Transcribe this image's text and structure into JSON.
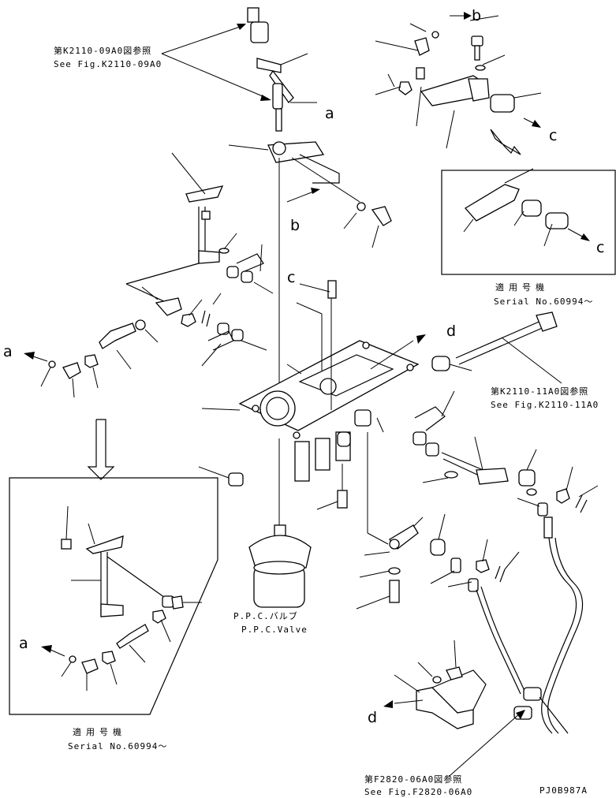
{
  "references": {
    "ref_top": {
      "jp": "第K2110-09A0図参照",
      "en": "See Fig.K2110-09A0"
    },
    "ref_right": {
      "jp": "第K2110-11A0図参照",
      "en": "See Fig.K2110-11A0"
    },
    "ref_bottom": {
      "jp": "第F2820-06A0図参照",
      "en": "See Fig.F2820-06A0"
    }
  },
  "serial_boxes": {
    "right": {
      "jp": "適用号機",
      "en": "Serial No.60994～"
    },
    "left": {
      "jp": "適用号機",
      "en": "Serial No.60994～"
    }
  },
  "valve": {
    "jp": "P.P.C.バルブ",
    "en": "P.P.C.Valve"
  },
  "callouts": {
    "a_top": "a",
    "b_top": "b",
    "c_top": "c",
    "b_mid": "b",
    "c_mid": "c",
    "c_box": "c",
    "d_mid": "d",
    "a_left": "a",
    "a_box": "a",
    "d_bottom": "d"
  },
  "figure_code": "PJ0B987A"
}
